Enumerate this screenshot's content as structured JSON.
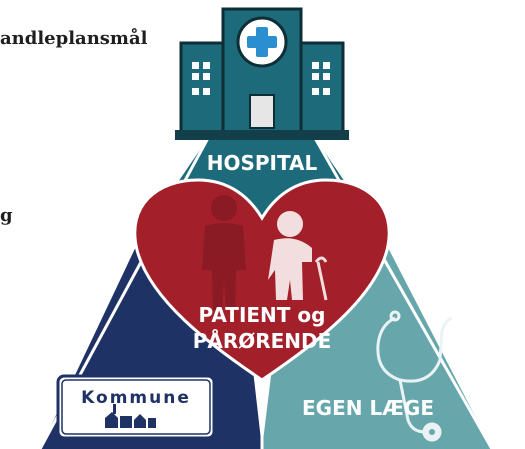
{
  "side_text": {
    "line1": "andleplansmål",
    "line2": "g"
  },
  "hospital": {
    "label": "HOSPITAL"
  },
  "center": {
    "line1": "PATIENT og",
    "line2": "PÅRØRENDE"
  },
  "kommune": {
    "label": "Kommune"
  },
  "egen_laege": {
    "label": "EGEN LÆGE"
  },
  "colors": {
    "hospital_teal": "#1d6a7b",
    "heart_red": "#a31f2a",
    "kommune_navy": "#1f3266",
    "laege_teal": "#67a7ac",
    "cross_blue": "#2a8ed0"
  },
  "icons": [
    "hospital-building-icon",
    "medical-cross-icon",
    "elderly-couple-icon",
    "stethoscope-icon",
    "town-skyline-icon"
  ]
}
